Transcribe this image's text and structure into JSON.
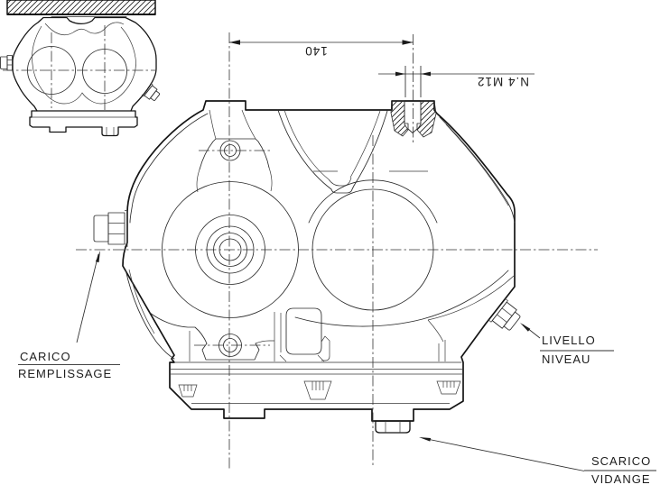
{
  "drawing": {
    "dimensions": {
      "overall_width": "140",
      "mounting_holes": "N.4 M12"
    },
    "callouts": {
      "fill": {
        "it": "CARICO",
        "fr": "REMPLISSAGE"
      },
      "level": {
        "it": "LIVELLO",
        "fr": "NIVEAU"
      },
      "drain": {
        "it": "SCARICO",
        "fr": "VIDANGE"
      }
    },
    "colors": {
      "line": "#1c1c1c",
      "underline_gray": "#979797",
      "background": "#ffffff"
    }
  }
}
